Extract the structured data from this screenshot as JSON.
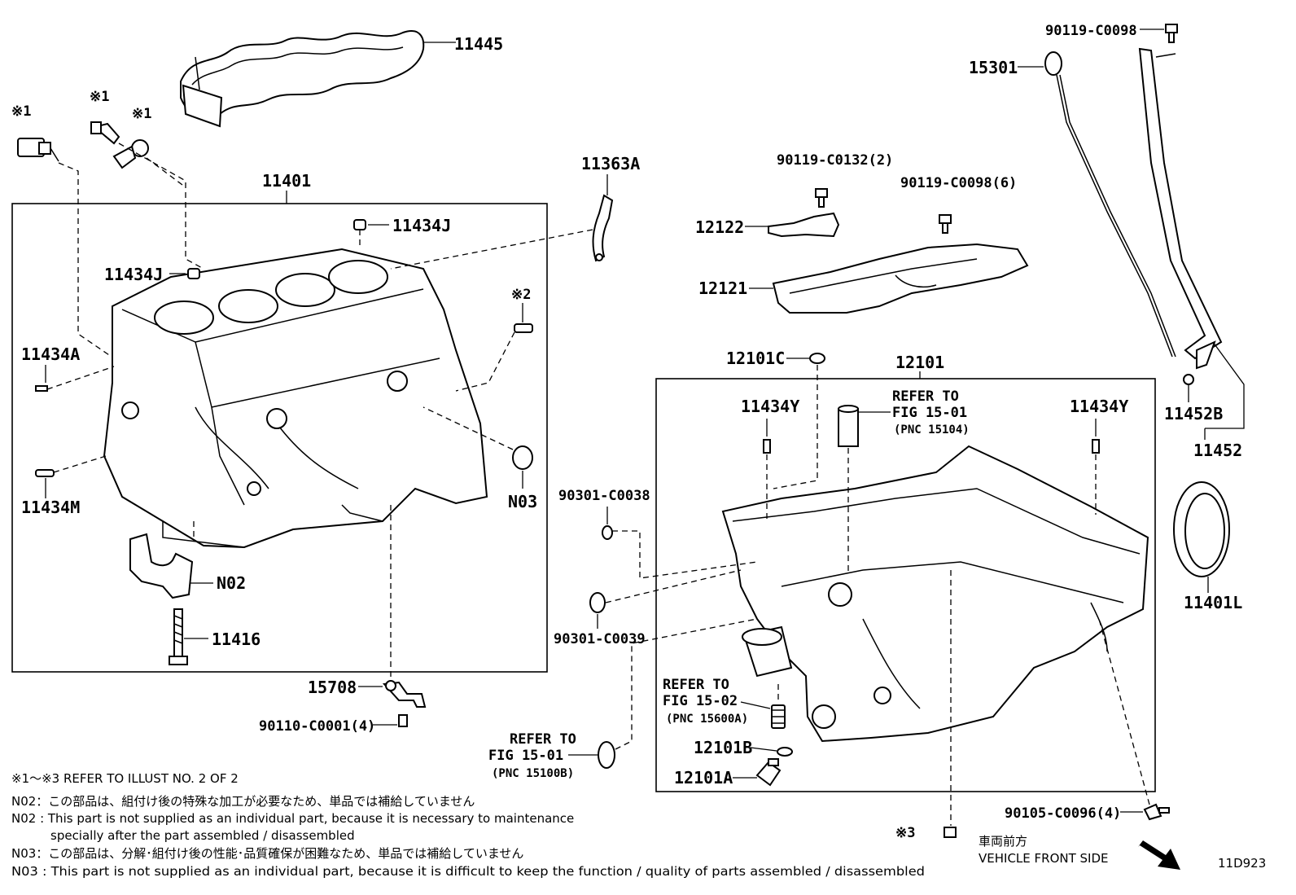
{
  "labels": {
    "p11445": "11445",
    "p90119_c0098_top": "90119-C0098",
    "p15301": "15301",
    "x1_a": "※1",
    "x1_b": "※1",
    "x1_c": "※1",
    "p11401": "11401",
    "p11363a": "11363A",
    "p90119_c0132": "90119-C0132(2)",
    "p90119_c0098_6": "90119-C0098(6)",
    "p12122": "12122",
    "p12121": "12121",
    "p11434j_top": "11434J",
    "p11434j_left": "11434J",
    "x2": "※2",
    "p11434a": "11434A",
    "p11434m": "11434M",
    "n03": "N03",
    "n02": "N02",
    "p11416": "11416",
    "p15708": "15708",
    "p90110": "90110-C0001(4)",
    "p90301_c0038": "90301-C0038",
    "p90301_c0039": "90301-C0039",
    "p12101c": "12101C",
    "p12101": "12101",
    "p11434y_left": "11434Y",
    "p11434y_right": "11434Y",
    "ref1501_a1": "REFER TO",
    "ref1501_a2": "FIG 15-01",
    "ref1501_a3": "(PNC 15104)",
    "ref1502_1": "REFER TO",
    "ref1502_2": "FIG 15-02",
    "ref1502_3": "(PNC 15600A)",
    "ref1501_b1": "REFER TO",
    "ref1501_b2": "FIG 15-01",
    "ref1501_b3": "(PNC 15100B)",
    "p12101b": "12101B",
    "p12101a": "12101A",
    "p11452b": "11452B",
    "p11452": "11452",
    "p11401l": "11401L",
    "p90105": "90105-C0096(4)",
    "x3": "※3"
  },
  "notes": {
    "refer_illust": "※1～※3  REFER TO ILLUST NO. 2 OF 2",
    "n02_jp": "N02：この部品は、組付け後の特殊な加工が必要なため、単品では補給していません",
    "n02_en1": "N02 : This part is not supplied as an individual part, because it is necessary to maintenance",
    "n02_en2": "specially after the part assembled / disassembled",
    "n03_jp": "N03：この部品は、分解･組付け後の性能･品質確保が困難なため、単品では補給していません",
    "n03_en": "N03 : This part is not supplied as an individual part, because it is difficult to keep the function / quality of parts  assembled / disassembled"
  },
  "front": {
    "jp": "車両前方",
    "en": "VEHICLE FRONT SIDE"
  },
  "diagram_id": "11D923"
}
